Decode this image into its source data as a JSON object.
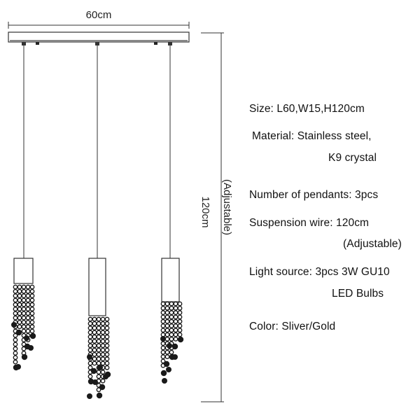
{
  "dimensions": {
    "width_label": "60cm",
    "height_label": "120cm",
    "adjustable_label": "(Adjustable)"
  },
  "specs": {
    "size": "Size: L60,W15,H120cm",
    "material_line1": "Material: Stainless steel,",
    "material_line2": "K9 crystal",
    "pendants": "Number of pendants: 3pcs",
    "wire_line1": "Suspension wire: 120cm",
    "wire_line2": "(Adjustable)",
    "light_line1": "Light source: 3pcs 3W GU10",
    "light_line2": "LED Bulbs",
    "color": "Color: Sliver/Gold"
  },
  "colors": {
    "line": "#333333",
    "crystal": "#1a1a1a",
    "text": "#111111"
  }
}
